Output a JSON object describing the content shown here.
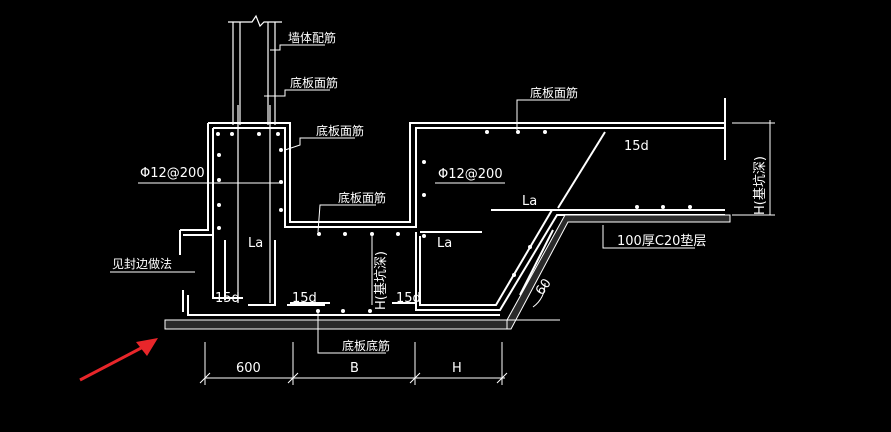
{
  "labels": {
    "wall_rebar": "墙体配筋",
    "slab_top_1": "底板面筋",
    "slab_top_2": "底板面筋",
    "slab_top_3": "底板面筋",
    "slab_top_4": "底板面筋",
    "slab_bottom": "底板底筋",
    "rebar_left": "Φ12@200",
    "rebar_right": "Φ12@200",
    "la_1": "La",
    "la_2": "La",
    "la_3": "La",
    "d15_1": "15d",
    "d15_2": "15d",
    "d15_3": "15d",
    "d15_top": "15d",
    "waterproof_note": "见封边做法",
    "bedding": "100厚C20垫层",
    "pit_depth": "H(基坑深)",
    "slab_depth": "H(基坑深)",
    "angle": "60",
    "dim_600": "600",
    "dim_b": "B",
    "dim_h": "H"
  },
  "colors": {
    "line": "#ffffff",
    "arrow": "#e8262a",
    "background": "#000000"
  }
}
